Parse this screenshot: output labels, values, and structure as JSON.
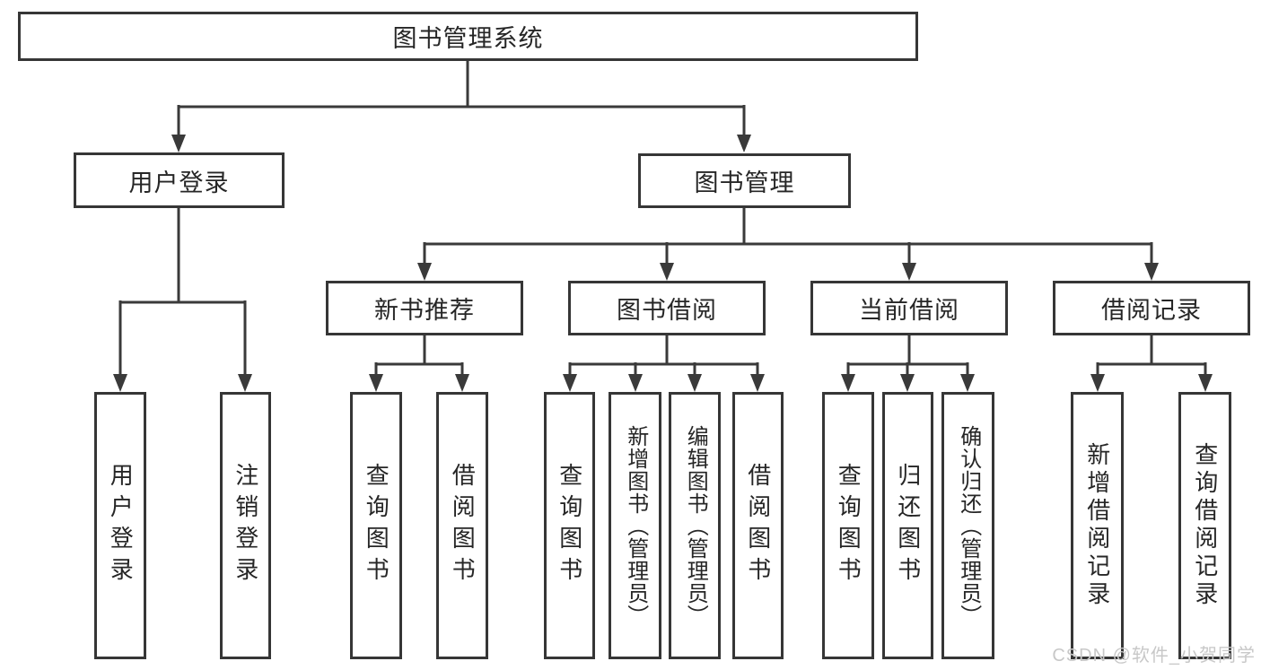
{
  "diagram": {
    "root": {
      "label": "图书管理系统"
    },
    "level2": [
      {
        "label": "用户登录"
      },
      {
        "label": "图书管理"
      }
    ],
    "level3": [
      {
        "label": "新书推荐"
      },
      {
        "label": "图书借阅"
      },
      {
        "label": "当前借阅"
      },
      {
        "label": "借阅记录"
      }
    ],
    "leaves": {
      "login": [
        {
          "label": "用户登录"
        },
        {
          "label": "注销登录"
        }
      ],
      "newbook": [
        {
          "label": "查询图书"
        },
        {
          "label": "借阅图书"
        }
      ],
      "borrow": [
        {
          "label": "查询图书"
        },
        {
          "label": "新增图书（管理员）"
        },
        {
          "label": "编辑图书（管理员）"
        },
        {
          "label": "借阅图书"
        }
      ],
      "current": [
        {
          "label": "查询图书"
        },
        {
          "label": "归还图书"
        },
        {
          "label": "确认归还（管理员）"
        }
      ],
      "records": [
        {
          "label": "新增借阅记录"
        },
        {
          "label": "查询借阅记录"
        }
      ]
    },
    "watermark": "CSDN @软件_小贺同学",
    "colors": {
      "line": "#3a3a3a",
      "border": "#363636",
      "text": "#262626",
      "watermark": "#c8c8c8",
      "background": "#ffffff"
    }
  }
}
